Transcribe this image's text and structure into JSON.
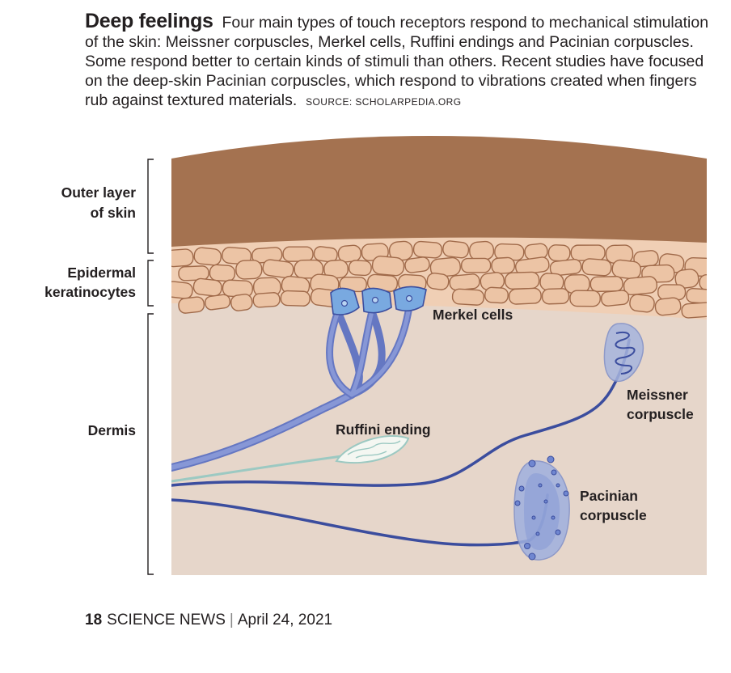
{
  "header": {
    "title": "Deep feelings",
    "body": "Four main types of touch receptors respond to mechanical stimulation of the skin: Meissner corpuscles, Merkel cells, Ruffini endings and Pacinian corpuscles. Some respond better to certain kinds of stimuli than others. Recent studies have focused on the deep-skin Pacinian corpuscles, which respond to vibrations created when fingers rub against textured materials.",
    "source": "SOURCE: SCHOLARPEDIA.ORG"
  },
  "layers": {
    "outer_line1": "Outer layer",
    "outer_line2": "of skin",
    "epidermal_line1": "Epidermal",
    "epidermal_line2": "keratinocytes",
    "dermis": "Dermis"
  },
  "receptors": {
    "merkel": "Merkel cells",
    "ruffini": "Ruffini ending",
    "meissner_line1": "Meissner",
    "meissner_line2": "corpuscle",
    "pacinian_line1": "Pacinian",
    "pacinian_line2": "corpuscle"
  },
  "colors": {
    "outer_skin": "#a47250",
    "keratinocyte": "#ecc4a5",
    "keratinocyte_outline": "#a06a4a",
    "dermis": "#e6d6ca",
    "nerve": "#3b4d9e",
    "merkel_cell": "#79a9e0",
    "ruffini_nerve": "#9cc9c2"
  },
  "footer": {
    "page_number": "18",
    "publication": "SCIENCE NEWS",
    "date": "April 24, 2021"
  }
}
